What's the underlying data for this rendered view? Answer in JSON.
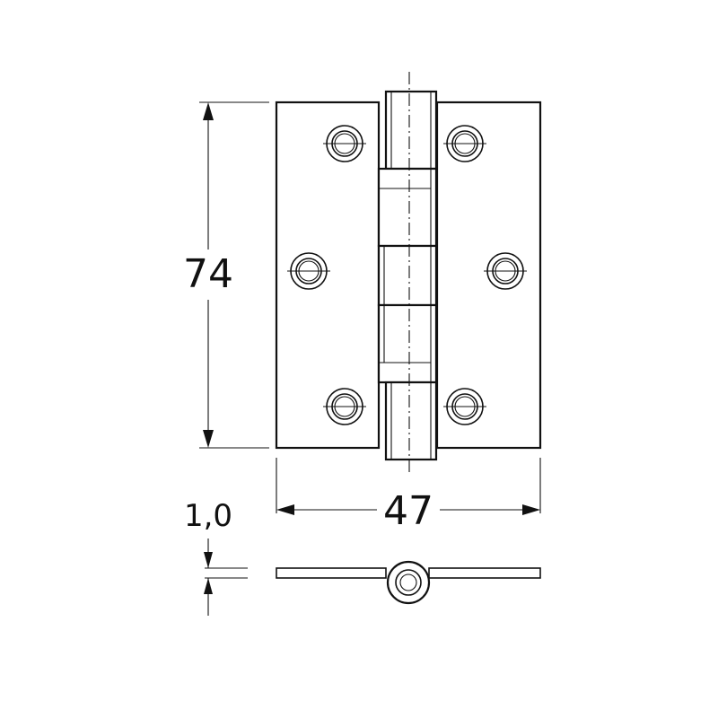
{
  "dimensions": {
    "height_label": "74",
    "width_label": "47",
    "thickness_label": "1,0"
  },
  "colors": {
    "line": "#111111",
    "background": "#ffffff"
  }
}
